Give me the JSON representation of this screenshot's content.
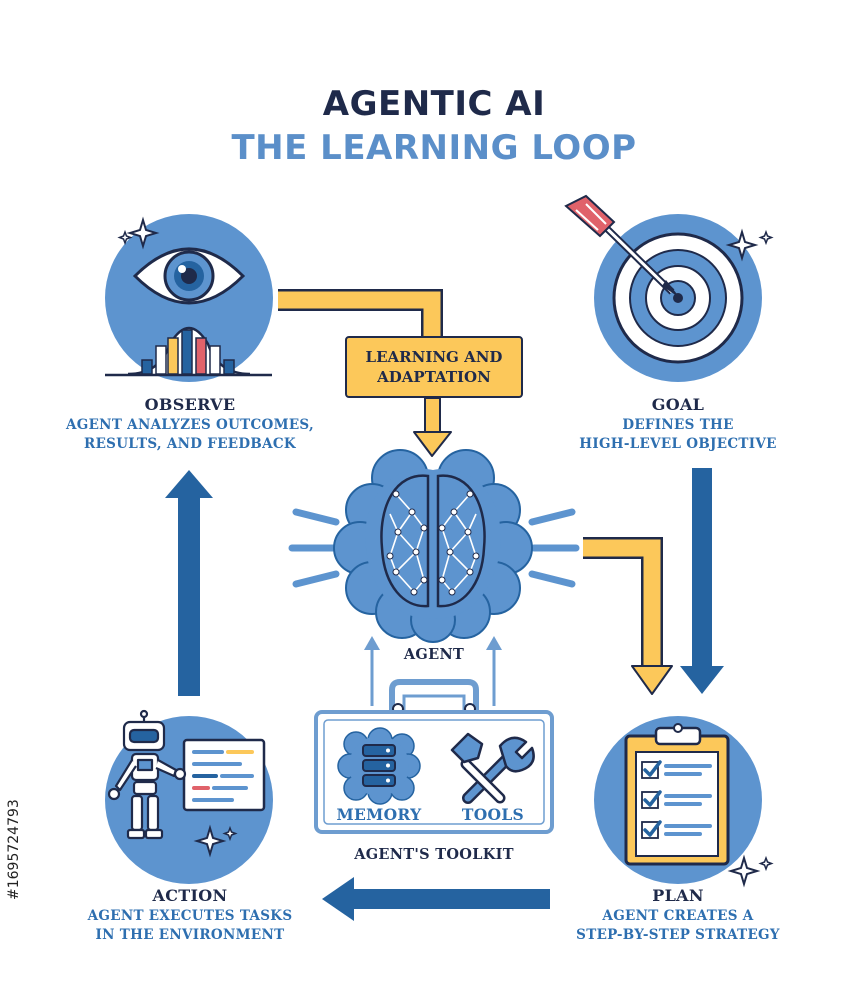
{
  "title": {
    "line1": "AGENTIC AI",
    "line2": "THE LEARNING LOOP"
  },
  "learning_box": {
    "line1": "LEARNING AND",
    "line2": "ADAPTATION"
  },
  "nodes": {
    "observe": {
      "title": "OBSERVE",
      "desc_line1": "AGENT ANALYZES OUTCOMES,",
      "desc_line2": "RESULTS, AND FEEDBACK",
      "icon": "eye-with-bar-chart-icon"
    },
    "goal": {
      "title": "GOAL",
      "desc_line1": "DEFINES THE",
      "desc_line2": "HIGH-LEVEL OBJECTIVE",
      "icon": "target-with-arrow-icon"
    },
    "plan": {
      "title": "PLAN",
      "desc_line1": "AGENT CREATES A",
      "desc_line2": "STEP-BY-STEP STRATEGY",
      "icon": "clipboard-checklist-icon"
    },
    "action": {
      "title": "ACTION",
      "desc_line1": "AGENT EXECUTES TASKS",
      "desc_line2": "IN THE ENVIRONMENT",
      "icon": "robot-icon"
    }
  },
  "agent": {
    "label": "AGENT",
    "icon": "brain-icon"
  },
  "toolkit": {
    "label": "AGENT'S TOOLKIT",
    "memory_label": "MEMORY",
    "tools_label": "TOOLS",
    "memory_icon": "database-icon",
    "tools_icon": "wrench-hammer-icon"
  },
  "watermark_id": "#1695724793",
  "colors": {
    "navy": "#1f2a4a",
    "blue": "#2e6fb0",
    "light_blue": "#5b8fc9",
    "circle_blue": "#5d94cf",
    "yellow": "#fcc85a",
    "red": "#e0626a"
  }
}
